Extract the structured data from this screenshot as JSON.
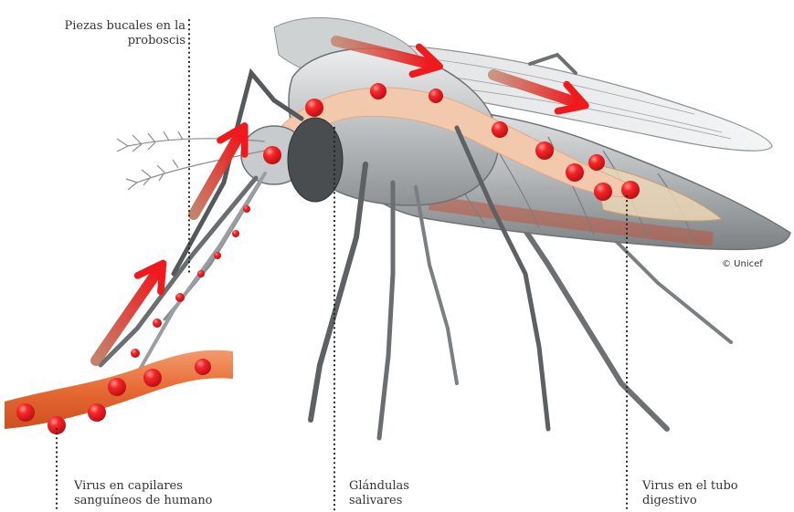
{
  "labels": {
    "proboscis": [
      "Piezas bucales en la",
      "proboscis"
    ],
    "capilares": [
      "Virus en capilares",
      "sanguíneos de humano"
    ],
    "glandulas": [
      "Glándulas",
      "salivares"
    ],
    "tubo": [
      "Virus en el tubo",
      "digestivo"
    ]
  },
  "copyright": "© Unicef",
  "colors": {
    "virus": "#e8151b",
    "arrow": "#e8151b",
    "capillary": "#e5703a",
    "body": "#b9bcbe",
    "gland": "#f3c9ad"
  }
}
